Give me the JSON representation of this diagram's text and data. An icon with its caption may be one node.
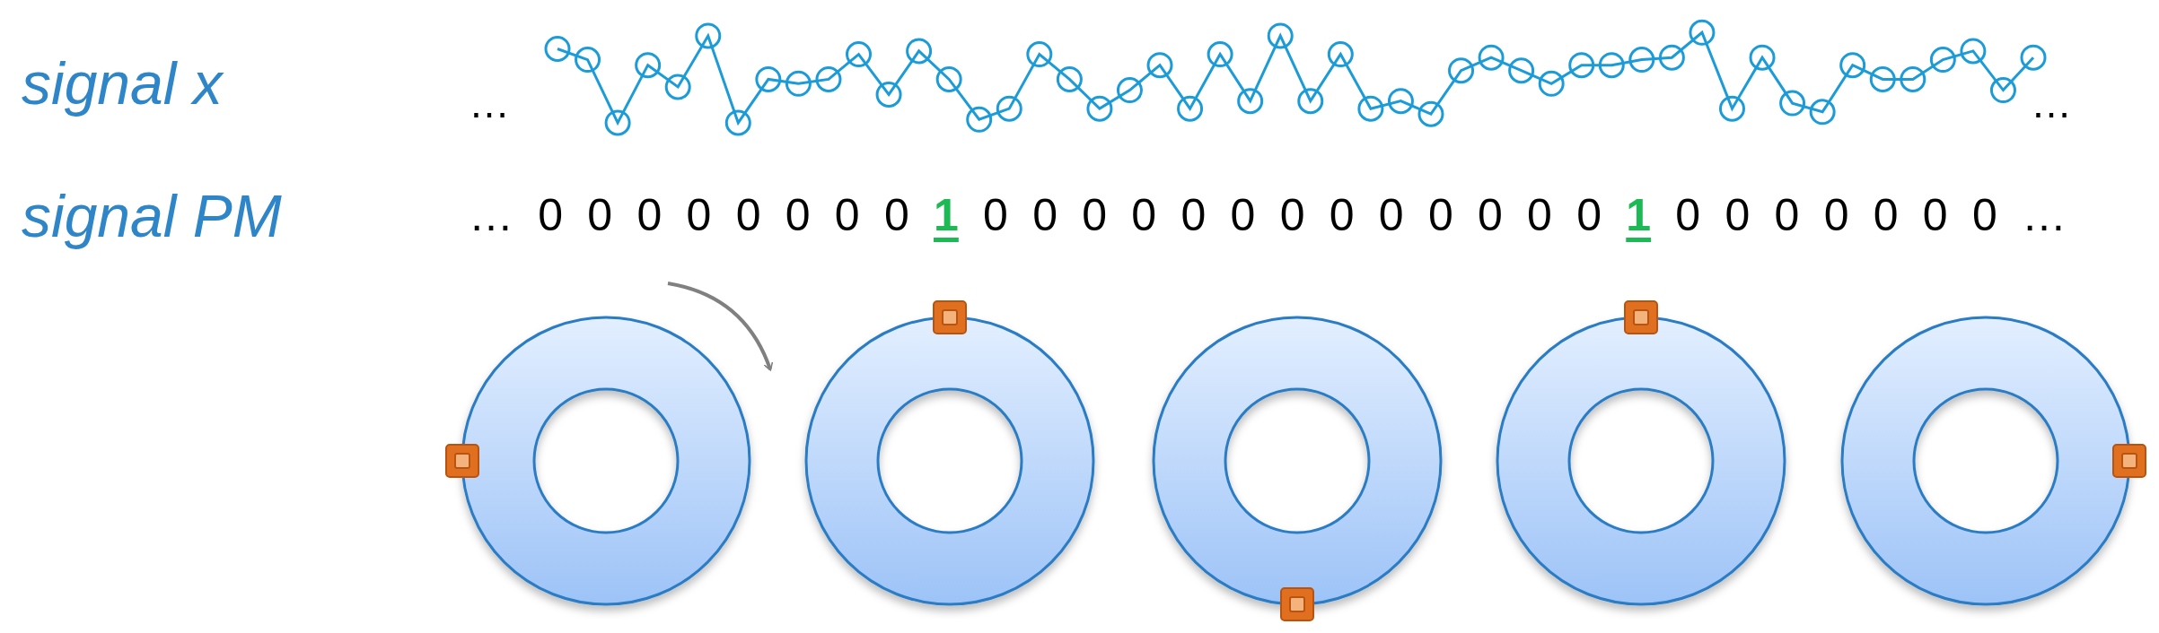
{
  "diagram": {
    "labels": [
      "signal x",
      "signal PM",
      "…",
      "…",
      "… 0 0 0 0 0 0 0 0 **1** 0 0 0 0 0 0 0 0 0 0 0 0 0 **1** 0 0 0 0 0 0 0 …"
    ]
  }
}
